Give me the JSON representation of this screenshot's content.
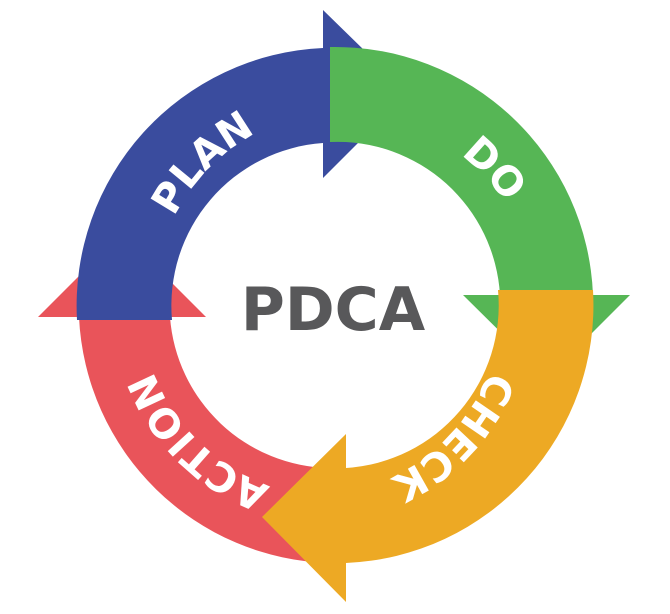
{
  "diagram": {
    "title": "PDCA",
    "type": "cycle",
    "center_label": "PDCA",
    "stages": [
      {
        "label": "PLAN",
        "color": "#3a4c9e",
        "direction": "clockwise",
        "position": "top-left"
      },
      {
        "label": "DO",
        "color": "#56b655",
        "direction": "clockwise",
        "position": "top-right"
      },
      {
        "label": "CHECK",
        "color": "#eda924",
        "direction": "clockwise",
        "position": "bottom-right"
      },
      {
        "label": "ACTION",
        "color": "#e9545a",
        "direction": "clockwise",
        "position": "bottom-left"
      }
    ],
    "center_text_color": "#58585a",
    "label_text_color": "#ffffff",
    "background": "#ffffff"
  }
}
